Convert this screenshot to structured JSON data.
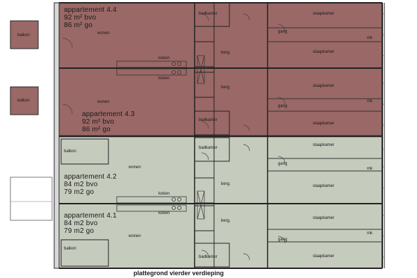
{
  "title": "plattegrond vierder verdieping",
  "colors": {
    "upper_units": "#9a6866",
    "lower_units": "#c5cbbd",
    "wall": "#222222",
    "line": "#444444"
  },
  "apartments": [
    {
      "name": "appartement 4.4",
      "bvo": "92 m² bvo",
      "go": "86 m² go"
    },
    {
      "name": "appartement 4.3",
      "bvo": "92 m² bvo",
      "go": "86 m² go"
    },
    {
      "name": "appartement 4.2",
      "bvo": "84 m2 bvo",
      "go": "79 m2 go"
    },
    {
      "name": "appartement 4.1",
      "bvo": "84 m2 bvo",
      "go": "79 m2 go"
    }
  ],
  "rooms": {
    "balkon": "balkon",
    "wonen": "wonen",
    "koken": "koken",
    "badkamer": "badkamer",
    "slaapkamer": "slaapkamer",
    "berg": "berg.",
    "gang": "gang",
    "mk": "mk"
  }
}
